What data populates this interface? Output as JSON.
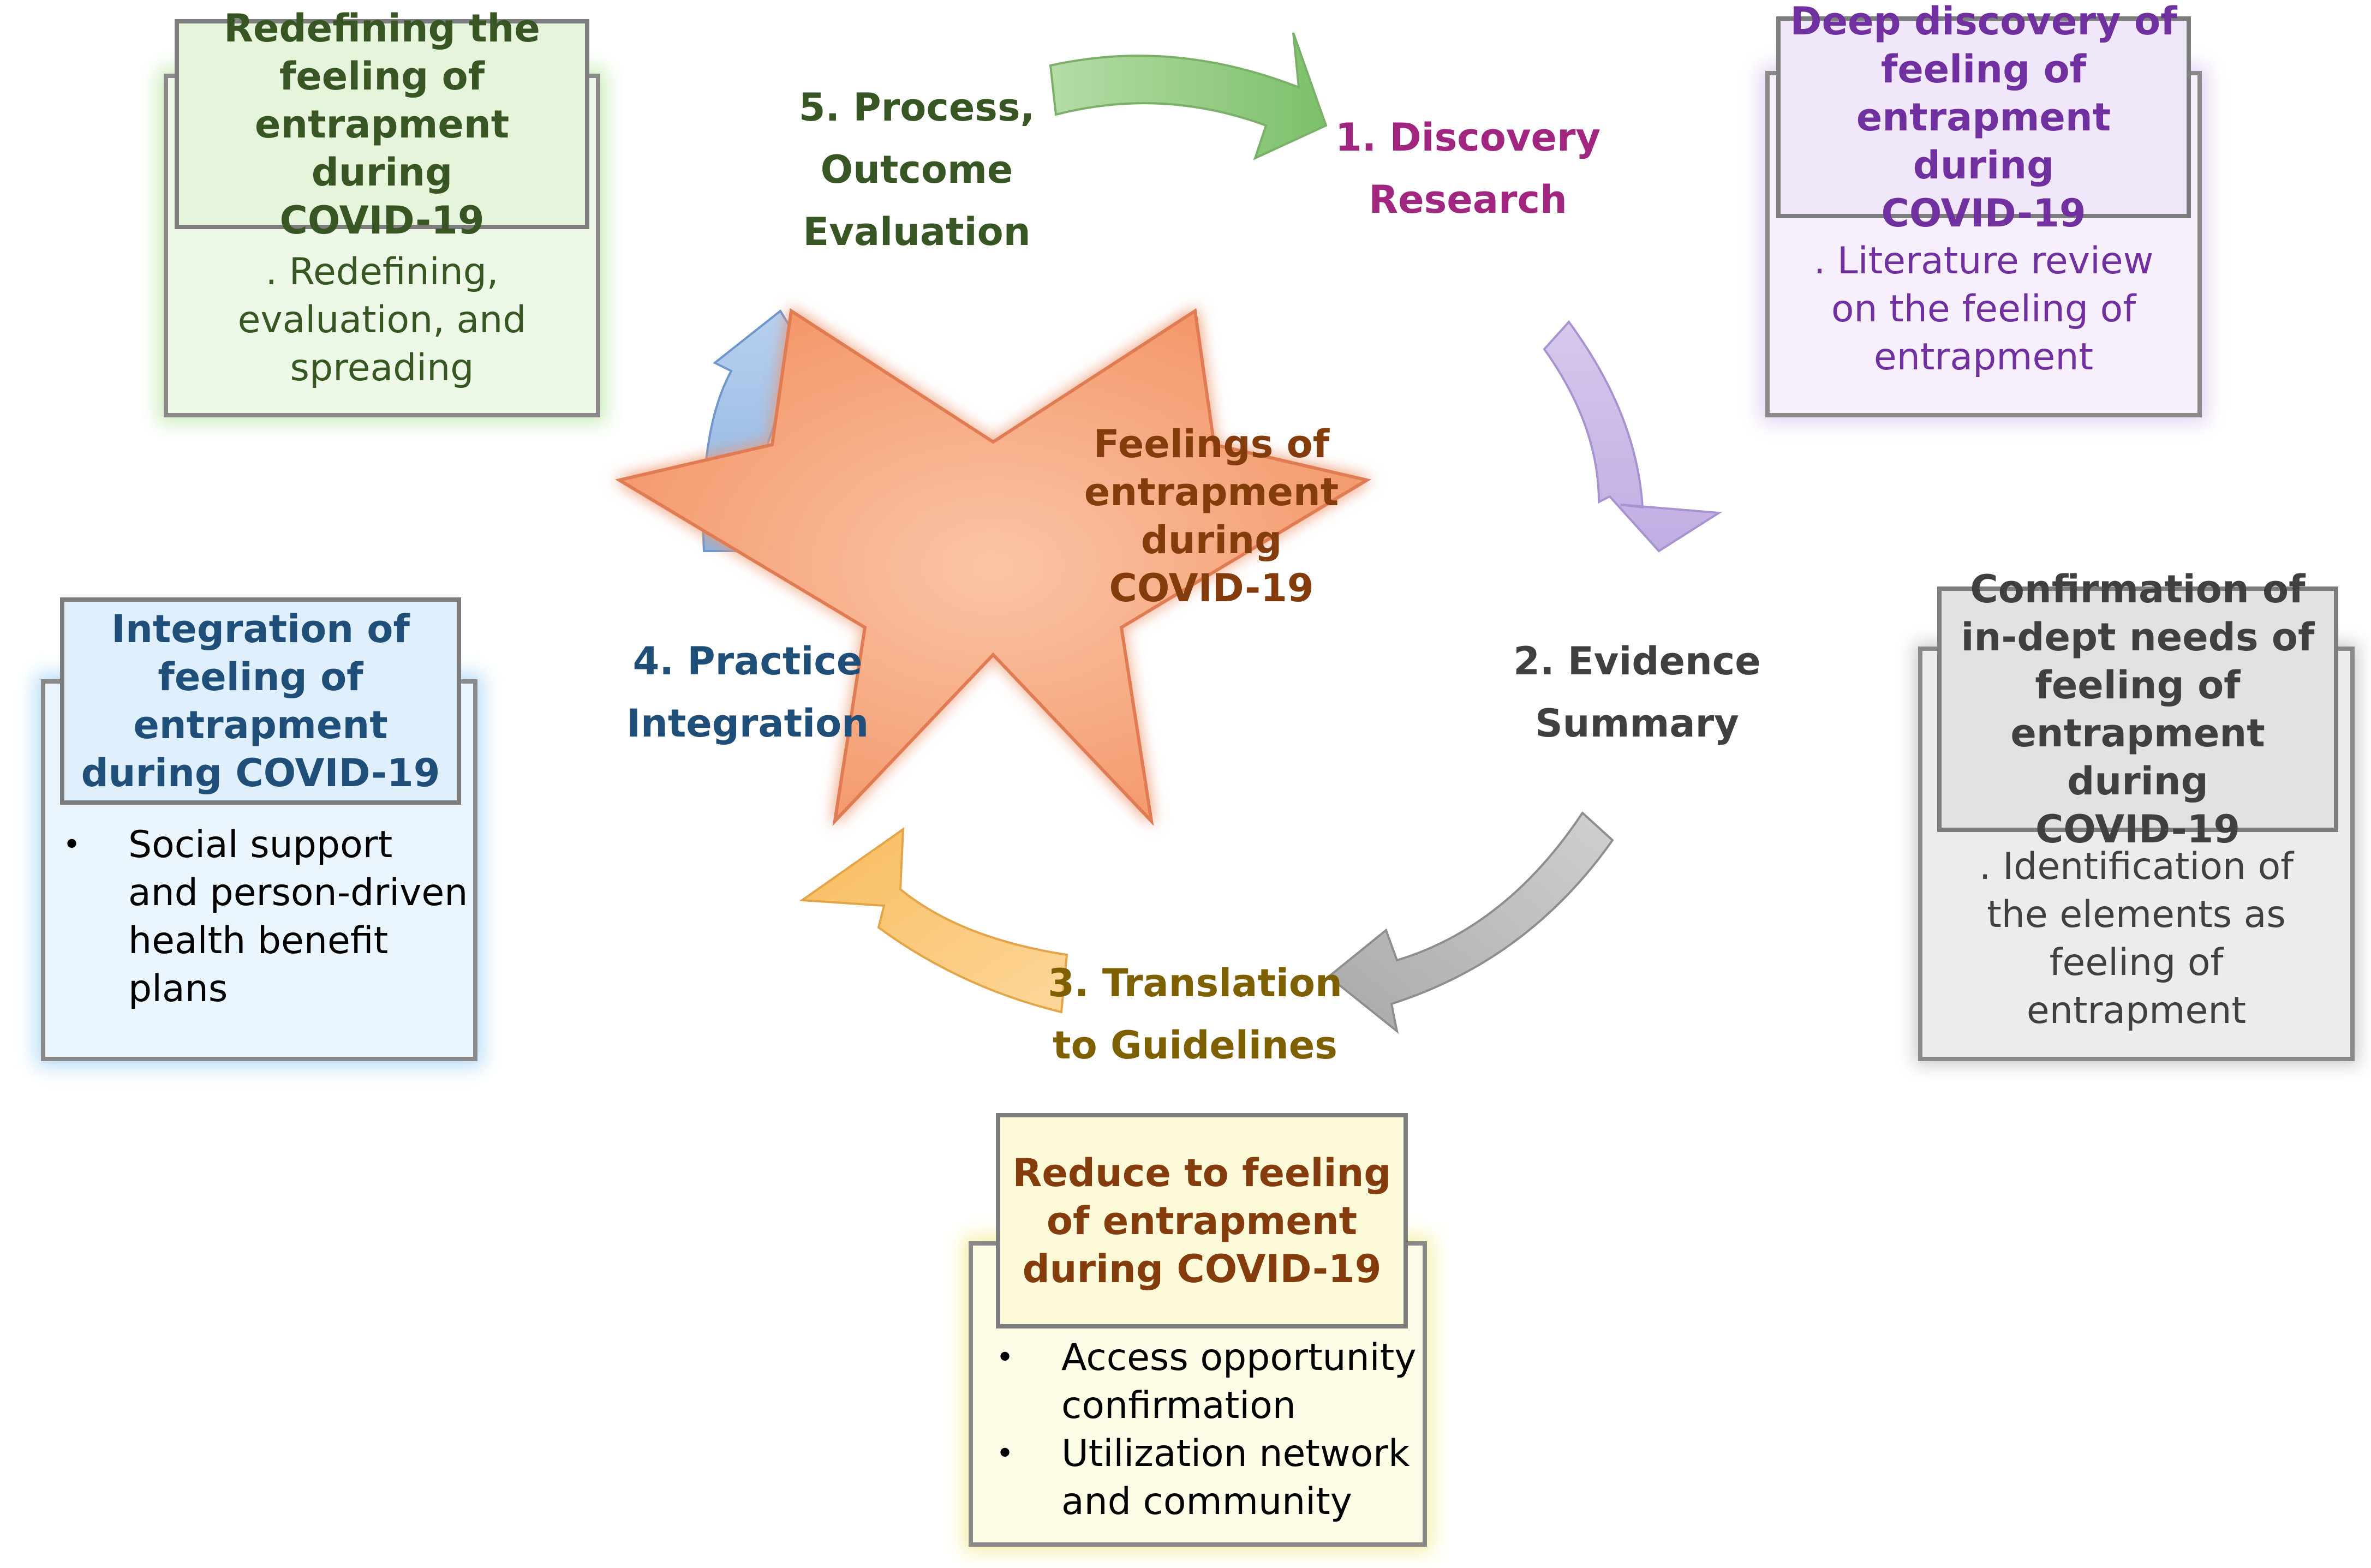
{
  "center": {
    "lines": [
      "Feelings of",
      "entrapment",
      "during",
      "COVID-19"
    ]
  },
  "steps": {
    "discovery": [
      "1. Discovery",
      "Research"
    ],
    "evidence": [
      "2. Evidence",
      "Summary"
    ],
    "translation": [
      "3. Translation",
      "to Guidelines"
    ],
    "practice": [
      "4. Practice",
      "Integration"
    ],
    "process": [
      "5. Process,",
      "Outcome",
      "Evaluation"
    ]
  },
  "boxes": {
    "redefining": {
      "title": [
        "Redefining the",
        "feeling of",
        "entrapment during",
        "COVID-19"
      ],
      "body": [
        ". Redefining,",
        "evaluation, and",
        "spreading"
      ]
    },
    "deep_discovery": {
      "title": [
        "Deep discovery of",
        "feeling of",
        "entrapment during",
        "COVID-19"
      ],
      "body": [
        ". Literature review",
        "on the feeling of",
        "entrapment"
      ]
    },
    "confirmation": {
      "title": [
        "Confirmation of",
        "in-dept needs of",
        "feeling of",
        "entrapment during",
        "COVID-19"
      ],
      "body": [
        ". Identification of",
        "the elements as",
        "feeling of",
        "entrapment"
      ]
    },
    "integration": {
      "title": [
        "Integration of",
        "feeling of",
        "entrapment",
        "during COVID-19"
      ],
      "bullets": [
        [
          "Social support",
          "and person-driven",
          "health benefit",
          "plans"
        ]
      ]
    },
    "reduce": {
      "title": [
        "Reduce to feeling",
        "of entrapment",
        "during COVID-19"
      ],
      "bullets": [
        [
          "Access opportunity",
          "confirmation"
        ],
        [
          "Utilization network",
          "and community"
        ]
      ]
    }
  },
  "colors": {
    "green_text": "#375623",
    "purple_text": "#7030a0",
    "magenta_text": "#a0267f",
    "gray_text": "#404040",
    "blue_text": "#1f4e79",
    "olive_text": "#7f6000",
    "brown_text": "#843c0c",
    "star_fill": "#f4a582",
    "star_stroke": "#e07b52"
  }
}
